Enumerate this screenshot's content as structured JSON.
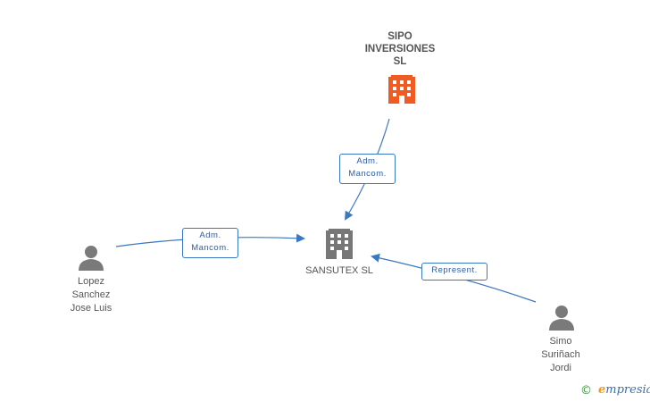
{
  "colors": {
    "edge": "#3b78c2",
    "person": "#7a7a7a",
    "company_main": "#777777",
    "company_highlight": "#f05a23",
    "label_text": "#555555"
  },
  "nodes": {
    "sipo": {
      "label_lines": [
        "SIPO",
        "INVERSIONES",
        "SL"
      ],
      "icon": "building-icon"
    },
    "sansutex": {
      "label_lines": [
        "SANSUTEX SL"
      ],
      "icon": "building-icon"
    },
    "lopez": {
      "label_lines": [
        "Lopez",
        "Sanchez",
        "Jose Luis"
      ],
      "icon": "person-icon"
    },
    "simo": {
      "label_lines": [
        "Simo",
        "Suriñach",
        "Jordi"
      ],
      "icon": "person-icon"
    }
  },
  "edges": {
    "sipo_to_sansutex": {
      "label_lines": [
        "Adm.",
        "Mancom."
      ]
    },
    "lopez_to_sansutex": {
      "label_lines": [
        "Adm.",
        "Mancom."
      ]
    },
    "simo_to_sansutex": {
      "label_lines": [
        "Represent."
      ]
    }
  },
  "footer": {
    "copyright_symbol": "©",
    "brand_initial": "e",
    "brand_rest": "mpresia"
  }
}
